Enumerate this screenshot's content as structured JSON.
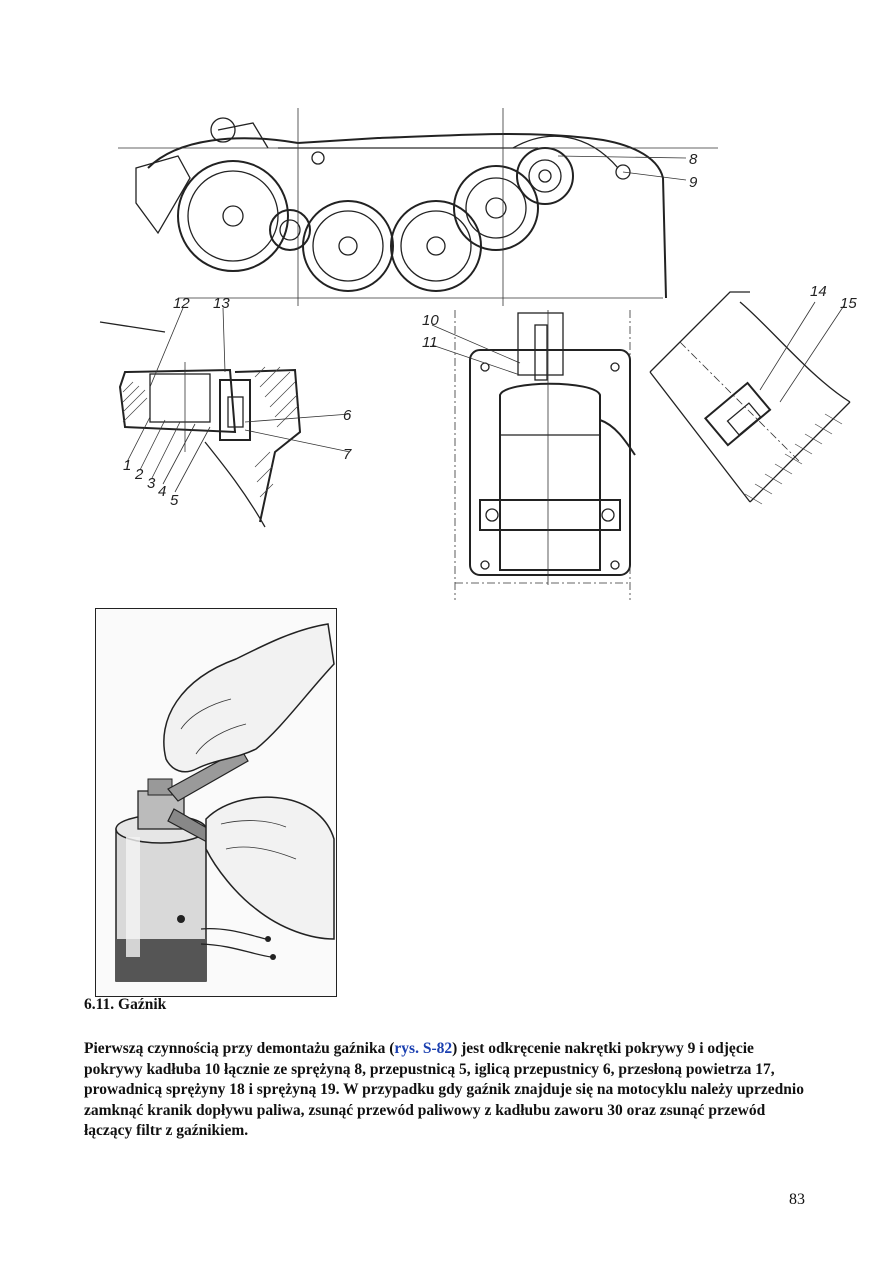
{
  "figure_top": {
    "callouts": [
      "8",
      "9"
    ]
  },
  "figure_left": {
    "callouts": [
      "12",
      "13",
      "6",
      "7",
      "1",
      "2",
      "3",
      "4",
      "5"
    ]
  },
  "figure_center": {
    "callouts": [
      "10",
      "11"
    ]
  },
  "figure_right": {
    "callouts": [
      "14",
      "15"
    ]
  },
  "photo": {
    "alt_subject": "hands-with-wrench-on-carburetor"
  },
  "section": {
    "title": "6.11. Gaźnik"
  },
  "body": {
    "text_before_link": "Pierwszą czynnością przy demontażu gaźnika (",
    "link_text": "rys. S-82",
    "text_after_link": ") jest odkręcenie nakrętki pokrywy 9 i odjęcie pokrywy kadłuba 10 łącznie ze sprężyną 8, przepustnicą 5, iglicą przepustnicy 6, przesłoną powietrza 17, prowadnicą sprężyny 18 i sprężyną 19. W przypadku gdy gaźnik znajduje się na motocyklu należy uprzednio zamknąć kranik dopływu paliwa, zsunąć przewód paliwowy z kadłubu zaworu 30 oraz zsunąć przewód łączący filtr z gaźnikiem."
  },
  "page": {
    "number": "83"
  },
  "colors": {
    "link": "#1a3fb0",
    "ink": "#111111"
  }
}
